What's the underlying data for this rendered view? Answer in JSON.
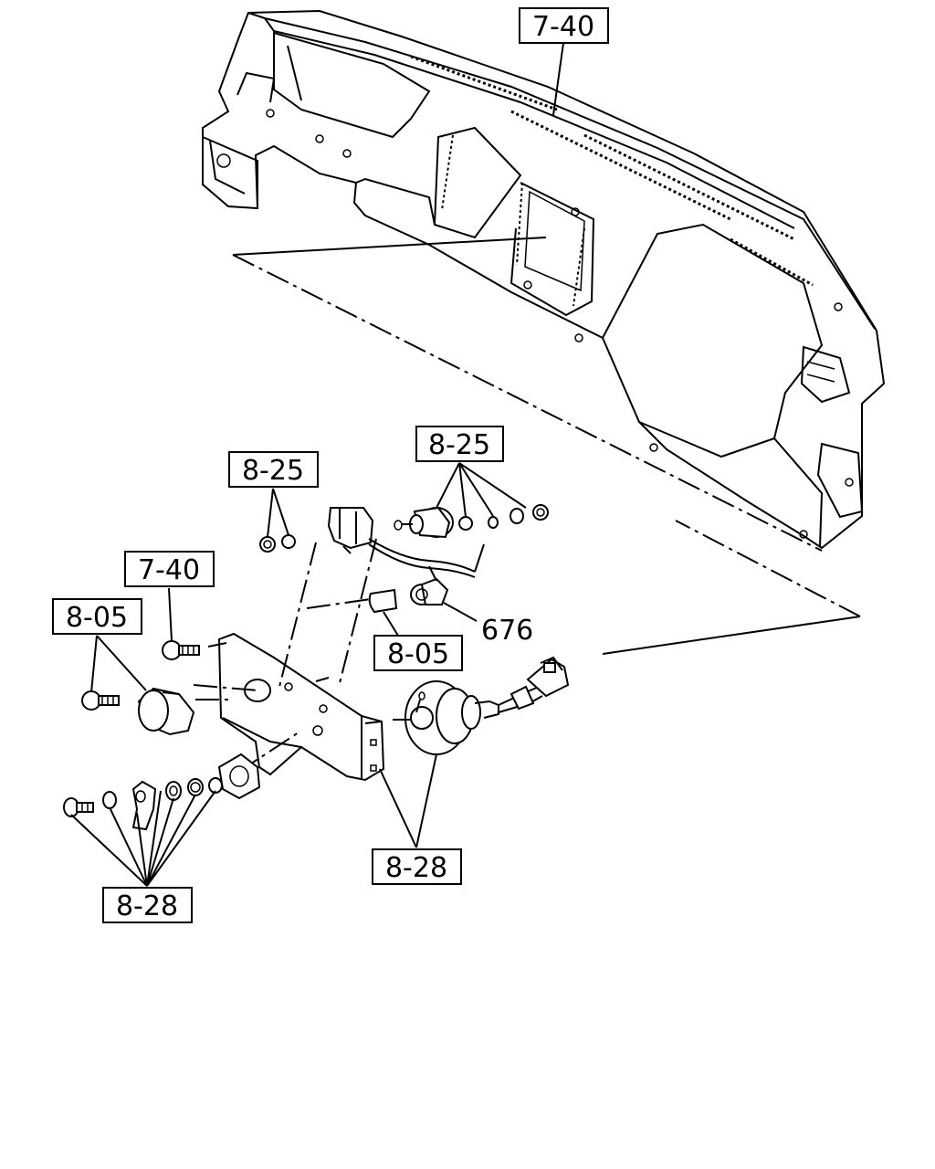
{
  "callouts": {
    "dash_panel_top": "7-40",
    "horn_bracket_bolt": "7-40",
    "left_nut_washer": "8-25",
    "right_nut_washer": "8-25",
    "relay_bolt_left": "8-05",
    "relay_bulb_right": "8-05",
    "bottom_fasteners": "8-28",
    "horn_assembly": "8-28"
  },
  "part_number_text": "676",
  "icons": {
    "dash_panel": "dashboard-panel-icon",
    "horn": "horn-icon",
    "relay": "relay-icon",
    "bracket": "bracket-icon",
    "connector": "connector-icon"
  },
  "colors": {
    "line": "#000000",
    "background": "#ffffff"
  }
}
